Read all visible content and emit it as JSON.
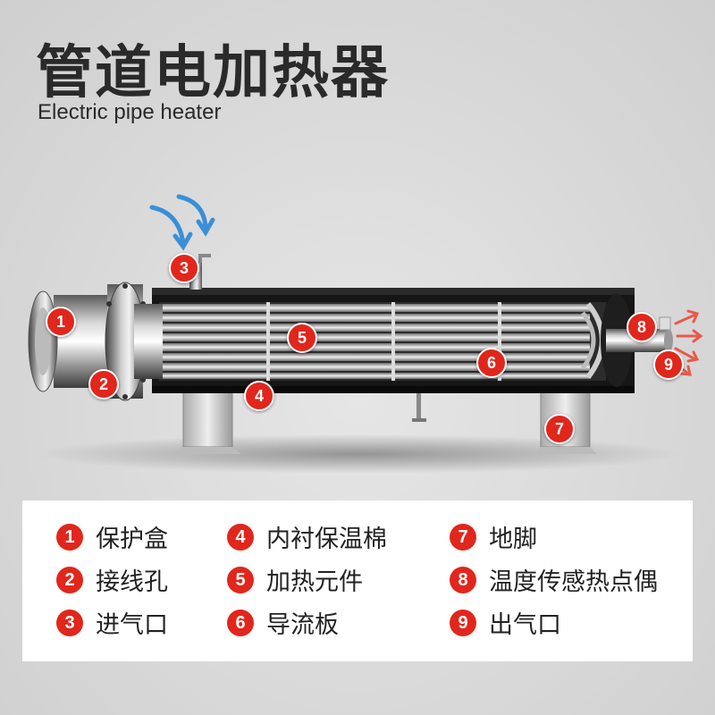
{
  "header": {
    "title": "管道电加热器",
    "subtitle": "Electric pipe heater"
  },
  "colors": {
    "marker": "#e1261c",
    "inlet_arrow": "#3a8fd6",
    "outlet_arrow": "#e85a4a"
  },
  "markers": [
    "1",
    "2",
    "3",
    "4",
    "5",
    "6",
    "7",
    "8",
    "9"
  ],
  "legend": [
    {
      "num": "1",
      "label": "保护盒"
    },
    {
      "num": "2",
      "label": "接线孔"
    },
    {
      "num": "3",
      "label": "进气口"
    },
    {
      "num": "4",
      "label": "内衬保温棉"
    },
    {
      "num": "5",
      "label": "加热元件"
    },
    {
      "num": "6",
      "label": "导流板"
    },
    {
      "num": "7",
      "label": "地脚"
    },
    {
      "num": "8",
      "label": "温度传感热点偶"
    },
    {
      "num": "9",
      "label": "出气口"
    }
  ]
}
